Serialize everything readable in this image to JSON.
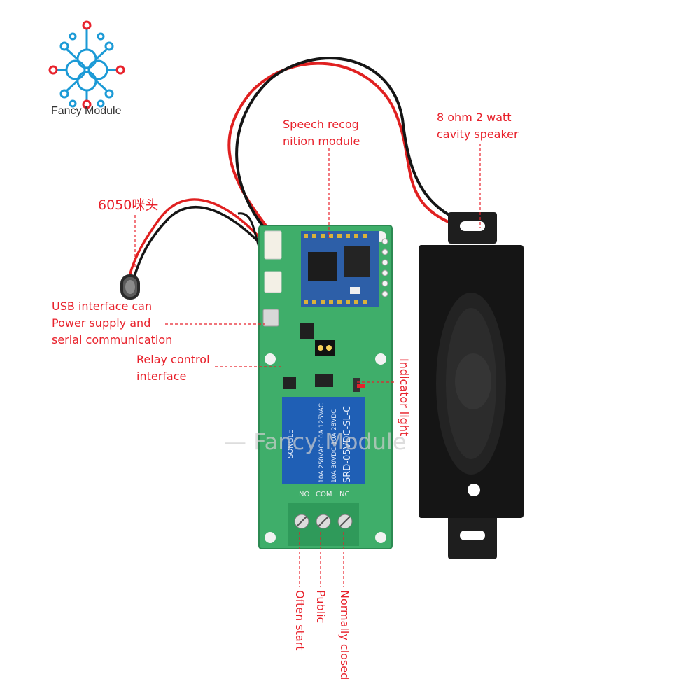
{
  "brand": {
    "name": "Fancy Module"
  },
  "callouts": {
    "speech_module": "Speech recog\nnition module",
    "speaker": "8 ohm 2 watt\ncavity speaker",
    "microphone": "6050咪头",
    "usb": "USB interface can\nPower supply and\nserial communication",
    "relay": "Relay control\ninterface",
    "indicator": "Indicator light",
    "no_terminal": "Often start",
    "com_terminal": "Public",
    "nc_terminal": "Normally closed"
  },
  "relay_text": {
    "brand": "SONGLE",
    "model": "SRD-05VDC-SL-C",
    "rating1": "10A 250VAC 10A 125VAC",
    "rating2": "10A 30VDC 10A 28VDC"
  },
  "terminals": [
    "NO",
    "COM",
    "NC"
  ],
  "watermark": "Fancy Module",
  "colors": {
    "accent": "#e8212b",
    "pcb": "#3fae6a",
    "relay": "#1f5fb5",
    "terminal": "#2f9a5a"
  }
}
